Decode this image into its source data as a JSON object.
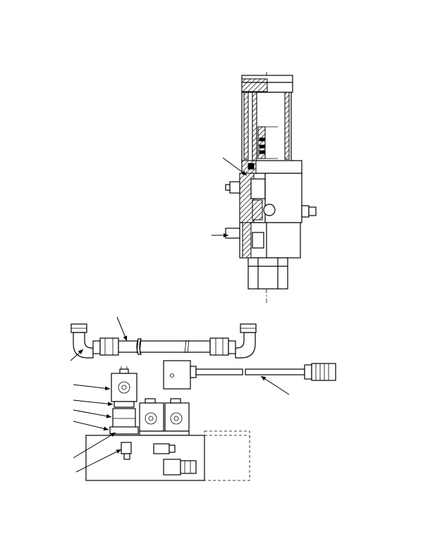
{
  "figure": {
    "labels": []
  },
  "parts": {
    "valve_assembly": "valve-assembly",
    "hose_assembly": "hose-assembly",
    "sensor_cable": "sensor-cable",
    "solenoid_manifold": "solenoid-manifold"
  },
  "colors": {
    "ink": "#000000",
    "paper": "#ffffff"
  }
}
